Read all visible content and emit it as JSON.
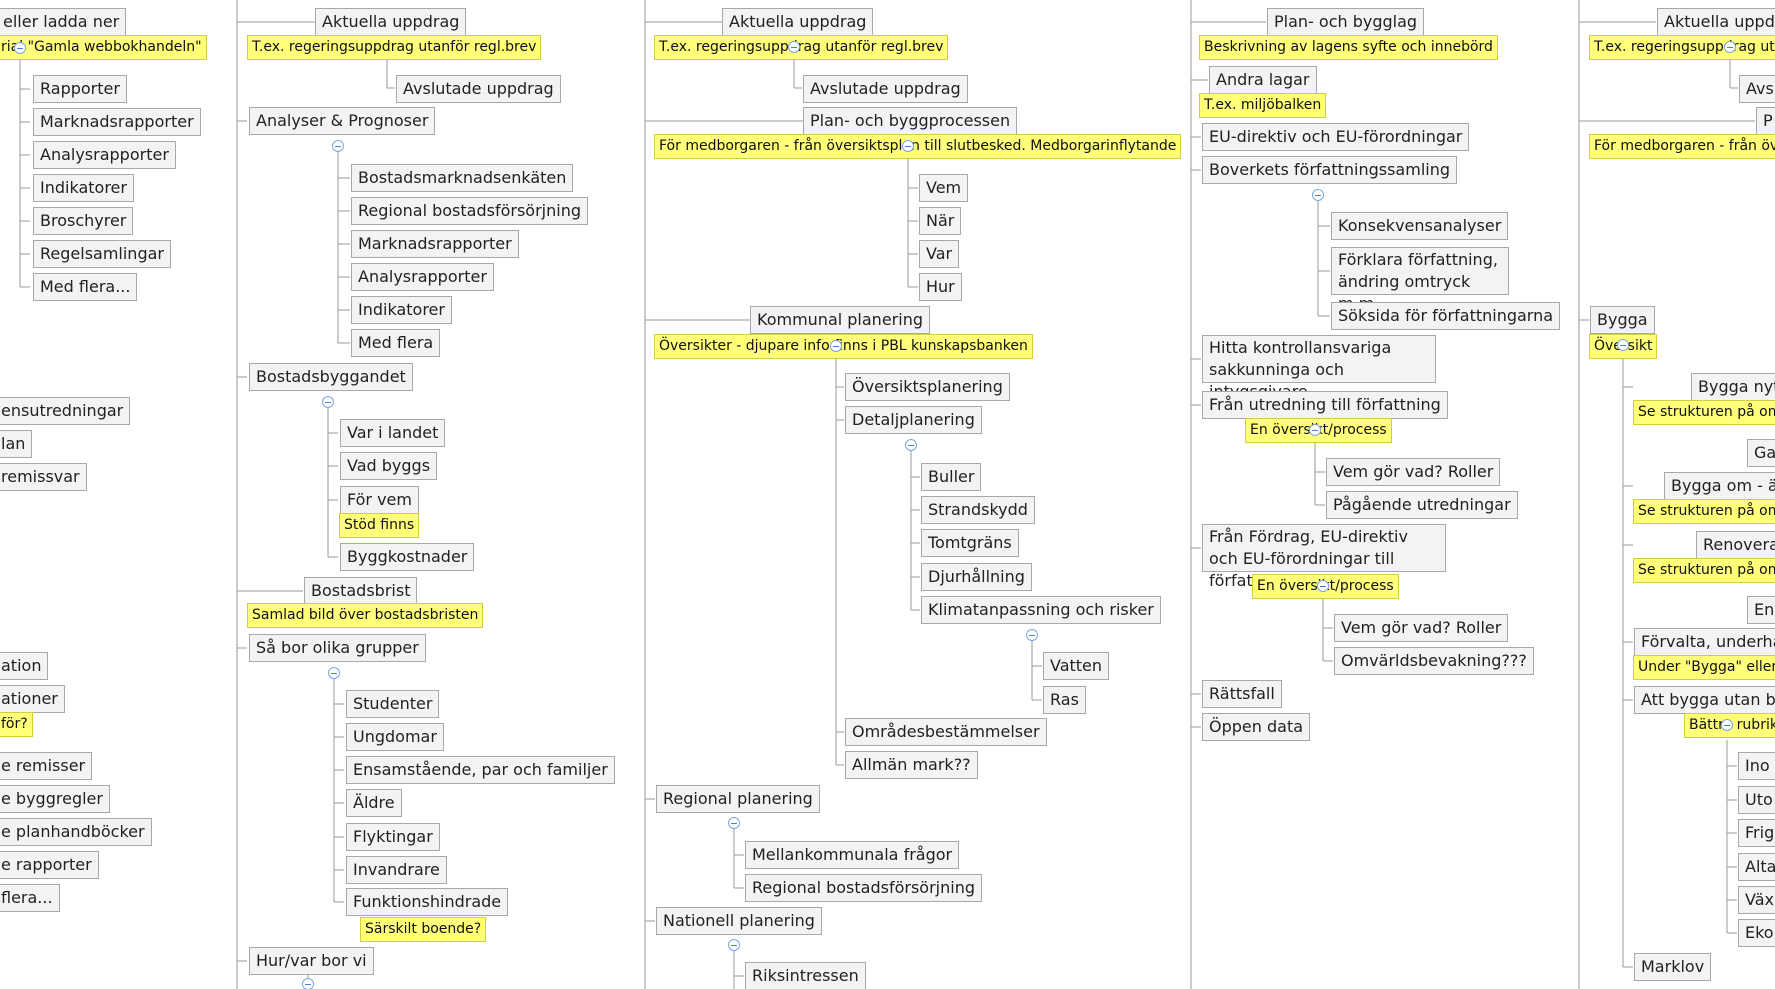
{
  "nodes": [
    {
      "text": "eller ladda ner"
    },
    {
      "text": "Rapporter"
    },
    {
      "text": "Marknadsrapporter"
    },
    {
      "text": "Analysrapporter"
    },
    {
      "text": "Indikatorer"
    },
    {
      "text": "Broschyrer"
    },
    {
      "text": "Regelsamlingar"
    },
    {
      "text": "Med flera..."
    },
    {
      "text": "ensutredningar"
    },
    {
      "text": "lan"
    },
    {
      "text": "remissvar"
    },
    {
      "text": "ation"
    },
    {
      "text": "ationer"
    },
    {
      "text": "e remisser"
    },
    {
      "text": "e byggregler"
    },
    {
      "text": "e planhandböcker"
    },
    {
      "text": "e rapporter"
    },
    {
      "text": "flera..."
    },
    {
      "text": "Aktuella uppdrag"
    },
    {
      "text": "Avslutade uppdrag"
    },
    {
      "text": "Analyser & Prognoser"
    },
    {
      "text": "Bostadsmarknadsenkäten"
    },
    {
      "text": "Regional bostadsförsörjning"
    },
    {
      "text": "Marknadsrapporter"
    },
    {
      "text": "Analysrapporter"
    },
    {
      "text": "Indikatorer"
    },
    {
      "text": "Med flera"
    },
    {
      "text": "Bostadsbyggandet"
    },
    {
      "text": "Var i landet"
    },
    {
      "text": "Vad byggs"
    },
    {
      "text": "För vem"
    },
    {
      "text": "Byggkostnader"
    },
    {
      "text": "Bostadsbrist"
    },
    {
      "text": "Så bor olika grupper"
    },
    {
      "text": "Studenter"
    },
    {
      "text": "Ungdomar"
    },
    {
      "text": "Ensamstående, par och familjer"
    },
    {
      "text": "Äldre"
    },
    {
      "text": "Flyktingar"
    },
    {
      "text": "Invandrare"
    },
    {
      "text": "Funktionshindrade"
    },
    {
      "text": "Hur/var bor vi"
    },
    {
      "text": "Aktuella uppdrag"
    },
    {
      "text": "Avslutade uppdrag"
    },
    {
      "text": "Plan- och byggprocessen"
    },
    {
      "text": "Vem"
    },
    {
      "text": "När"
    },
    {
      "text": "Var"
    },
    {
      "text": "Hur"
    },
    {
      "text": "Kommunal planering"
    },
    {
      "text": "Översiktsplanering"
    },
    {
      "text": "Detaljplanering"
    },
    {
      "text": "Buller"
    },
    {
      "text": "Strandskydd"
    },
    {
      "text": "Tomtgräns"
    },
    {
      "text": "Djurhållning"
    },
    {
      "text": "Klimatanpassning och risker"
    },
    {
      "text": "Vatten"
    },
    {
      "text": "Ras"
    },
    {
      "text": "Områdesbestämmelser"
    },
    {
      "text": "Allmän mark??"
    },
    {
      "text": "Regional planering"
    },
    {
      "text": "Mellankommunala frågor"
    },
    {
      "text": "Regional bostadsförsörjning"
    },
    {
      "text": "Nationell planering"
    },
    {
      "text": "Riksintressen"
    },
    {
      "text": "Plan- och bygglag"
    },
    {
      "text": "Andra lagar"
    },
    {
      "text": "EU-direktiv och EU-förordningar"
    },
    {
      "text": "Boverkets författningssamling"
    },
    {
      "text": "Konsekvensanalyser"
    },
    {
      "text": "Förklara författning, ändring omtryck m.m."
    },
    {
      "text": "Söksida för författningarna"
    },
    {
      "text": "Hitta kontrollansvariga sakkunninga och intygsgivare"
    },
    {
      "text": "Från utredning till författning"
    },
    {
      "text": "Vem gör vad? Roller"
    },
    {
      "text": "Pågående utredningar"
    },
    {
      "text": "Från Fördrag, EU-direktiv och EU-förordningar till författning"
    },
    {
      "text": "Vem gör vad? Roller"
    },
    {
      "text": "Omvärldsbevakning???"
    },
    {
      "text": "Rättsfall"
    },
    {
      "text": "Öppen data"
    },
    {
      "text": "Aktuella uppdr"
    },
    {
      "text": "Avsl"
    },
    {
      "text": "P"
    },
    {
      "text": "Bygga"
    },
    {
      "text": "Bygga nyt"
    },
    {
      "text": "Ga"
    },
    {
      "text": "Bygga om - än"
    },
    {
      "text": "Renovera"
    },
    {
      "text": "En"
    },
    {
      "text": "Förvalta, underhå"
    },
    {
      "text": "Att bygga utan by"
    },
    {
      "text": "Ino"
    },
    {
      "text": "Uto"
    },
    {
      "text": "Frig"
    },
    {
      "text": "Alta"
    },
    {
      "text": "Väx"
    },
    {
      "text": "Eko"
    },
    {
      "text": "Marklov"
    }
  ],
  "notes": [
    {
      "text": "rial \"Gamla webbokhandeln\""
    },
    {
      "text": "för?"
    },
    {
      "text": "T.ex. regeringsuppdrag utanför regl.brev"
    },
    {
      "text": "Stöd finns"
    },
    {
      "text": "Samlad bild över bostadsbristen"
    },
    {
      "text": "Särskilt boende?"
    },
    {
      "text": "T.ex. regeringsuppdrag utanför regl.brev"
    },
    {
      "text": "För medborgaren - från översiktsplan till slutbesked. Medborgarinflytande"
    },
    {
      "text": "Översikter - djupare info finns i PBL kunskapsbanken"
    },
    {
      "text": "Beskrivning av lagens syfte och innebörd"
    },
    {
      "text": "T.ex. miljöbalken"
    },
    {
      "text": "En översikt/process"
    },
    {
      "text": "En översikt/process"
    },
    {
      "text": "T.ex. regeringsuppdrag utanför"
    },
    {
      "text": "För medborgaren - från öve"
    },
    {
      "text": "Översikt"
    },
    {
      "text": "Se strukturen på omb"
    },
    {
      "text": "Se strukturen på omb"
    },
    {
      "text": "Se strukturen på omb"
    },
    {
      "text": "Under \"Bygga\" eller \""
    },
    {
      "text": "Bättre rubrik"
    }
  ]
}
